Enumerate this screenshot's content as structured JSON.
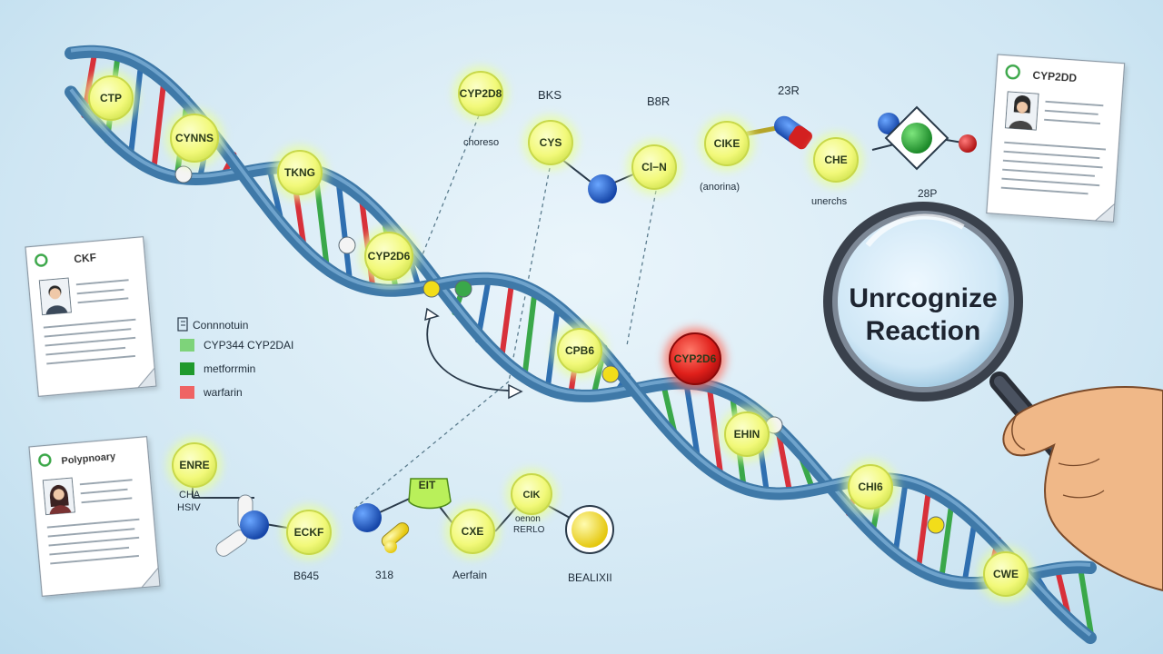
{
  "colors": {
    "node_fill": "#f2f97a",
    "node_stroke": "#c8d84a",
    "node_glow": "#eaff9a",
    "alert_node": "#e0201b",
    "helix_backbone": "#3f79a8",
    "helix_backbone_light": "#6fa3cc",
    "rung_red": "#d8303a",
    "rung_green": "#3aa84a",
    "rung_blue": "#2f6fb0",
    "atom_blue": "#1d5fc4",
    "atom_yellow": "#f2dd1a",
    "atom_red": "#d42020",
    "atom_white": "#f4f4f4",
    "skin": "#f0b888"
  },
  "nodes": [
    {
      "label": "CTP"
    },
    {
      "label": "CYNNS"
    },
    {
      "label": "TKNG"
    },
    {
      "label": "CYP2D6"
    },
    {
      "label": "CYP2D8"
    },
    {
      "label": "CYS"
    },
    {
      "label": "Cl−N"
    },
    {
      "label": "CIKE"
    },
    {
      "label": "CHE"
    },
    {
      "label": "CPB6"
    },
    {
      "label": "CYP2D6"
    },
    {
      "label": "EHIN"
    },
    {
      "label": "CHI6"
    },
    {
      "label": "CWE"
    },
    {
      "label": "ENRE"
    },
    {
      "label": "ECKF"
    },
    {
      "label": "CXE"
    },
    {
      "label": "CIK"
    },
    {
      "label": "EIT"
    }
  ],
  "labels": {
    "bks": "BKS",
    "b8r": "B8R",
    "n23r": "23R",
    "chorceso": "choreso",
    "anorina": "(anorina)",
    "unerchs": "unerchs",
    "n28p": "28P",
    "cha": "CHA",
    "hsiv": "HSIV",
    "b645": "B645",
    "n318": "318",
    "aerfain": "Aerfain",
    "oenon": "oenon",
    "rerlo": "RERLO",
    "bealixii": "BEALIXII"
  },
  "cards": [
    {
      "title": "CYP2DD"
    },
    {
      "title": "CKF"
    },
    {
      "title": "Polypnoary"
    }
  ],
  "legend": {
    "header": "Connnotuin",
    "items": [
      {
        "label": "CYP344  CYP2DAI",
        "color": "#7ed37a"
      },
      {
        "label": "metforrmin",
        "color": "#1f9a2c"
      },
      {
        "label": "warfarin",
        "color": "#ef6464"
      }
    ]
  },
  "magnifier": {
    "line1": "Unrcognize",
    "line2": "Reaction"
  }
}
